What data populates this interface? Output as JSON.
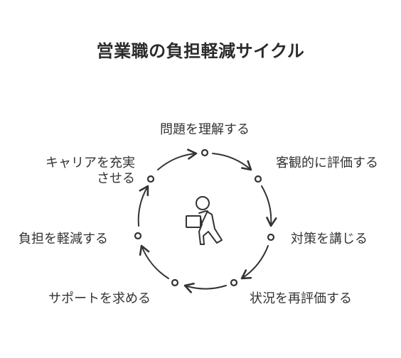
{
  "title": "営業職の負担軽減サイクル",
  "cycle": {
    "steps": [
      {
        "id": "understand",
        "label": "問題を理解する"
      },
      {
        "id": "evaluate",
        "label": "客観的に評価する"
      },
      {
        "id": "countermeasure",
        "label": "対策を講じる"
      },
      {
        "id": "reevaluate",
        "label": "状況を再評価する"
      },
      {
        "id": "seek-support",
        "label": "サポートを求める"
      },
      {
        "id": "reduce-burden",
        "label": "負担を軽減する"
      },
      {
        "id": "enrich-career",
        "label_lines": [
          "キャリアを充実",
          "させる"
        ]
      }
    ],
    "center_icon": "person-carrying-box-icon",
    "stroke_color": "#333333"
  }
}
